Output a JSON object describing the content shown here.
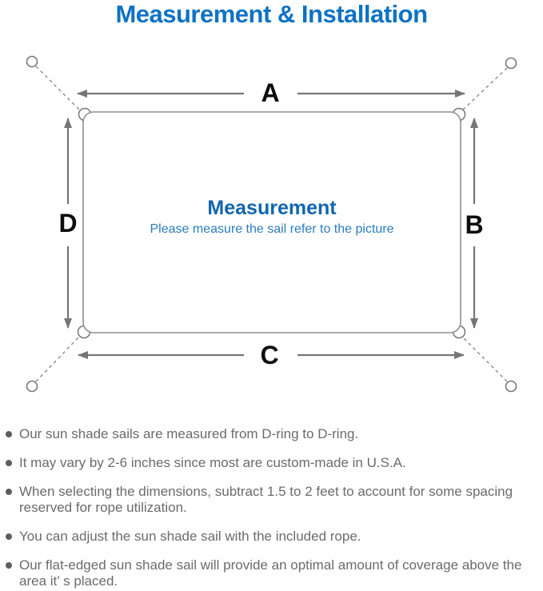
{
  "figure": {
    "title": "Measurement & Installation"
  },
  "diagram": {
    "labels": {
      "a": "A",
      "b": "B",
      "c": "C",
      "d": "D"
    },
    "center_title": "Measurement",
    "center_subtitle": "Please measure the sail refer to the picture",
    "icons": {
      "anchor_point": "circle-outline",
      "corner_d_ring": "half-ring-bump",
      "attachment_line": "dashed-line",
      "dimension_arrow": "double-headed-arrow",
      "note_bullet": "filled-circle"
    },
    "colors": {
      "title_blue": "#0e72c4",
      "center_title_blue": "#1166ae",
      "subtitle_blue": "#2b7cc0",
      "arrow_gray": "#767676",
      "sail_border_gray": "#8f8f8f",
      "dashed_gray": "#8a8a8a",
      "note_text_gray": "#6b6b6b",
      "label_black": "#0d0d0d"
    }
  },
  "notes": {
    "items": [
      {
        "text": "Our sun shade sails are measured from D-ring to D-ring."
      },
      {
        "text": "It may vary by 2-6 inches since most are custom-made in U.S.A."
      },
      {
        "text": "When selecting the dimensions, subtract 1.5 to 2 feet to account for some spacing reserved for rope utilization."
      },
      {
        "text": "You can adjust the sun shade sail with the included rope."
      },
      {
        "text": "Our flat-edged sun shade sail will provide an optimal amount of coverage above the area it’ s placed."
      }
    ]
  }
}
